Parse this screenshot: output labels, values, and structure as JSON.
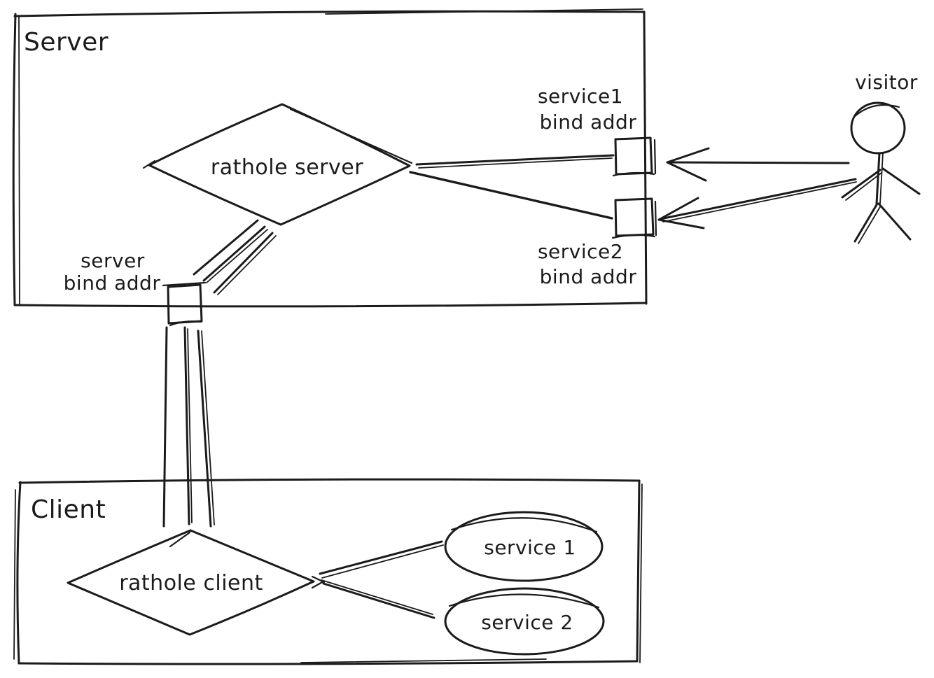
{
  "diagram": {
    "colors": {
      "ink": "#1b1b1b",
      "background": "#ffffff"
    },
    "server_group": {
      "label": "Server"
    },
    "client_group": {
      "label": "Client"
    },
    "rathole_server": {
      "label": "rathole server"
    },
    "rathole_client": {
      "label": "rathole client"
    },
    "service1_bind": {
      "line1": "service1",
      "line2": "bind addr"
    },
    "service2_bind": {
      "line1": "service2",
      "line2": "bind addr"
    },
    "server_bind": {
      "line1": "server",
      "line2": "bind addr"
    },
    "visitor": {
      "label": "visitor"
    },
    "service1_node": {
      "label": "service 1"
    },
    "service2_node": {
      "label": "service 2"
    }
  }
}
